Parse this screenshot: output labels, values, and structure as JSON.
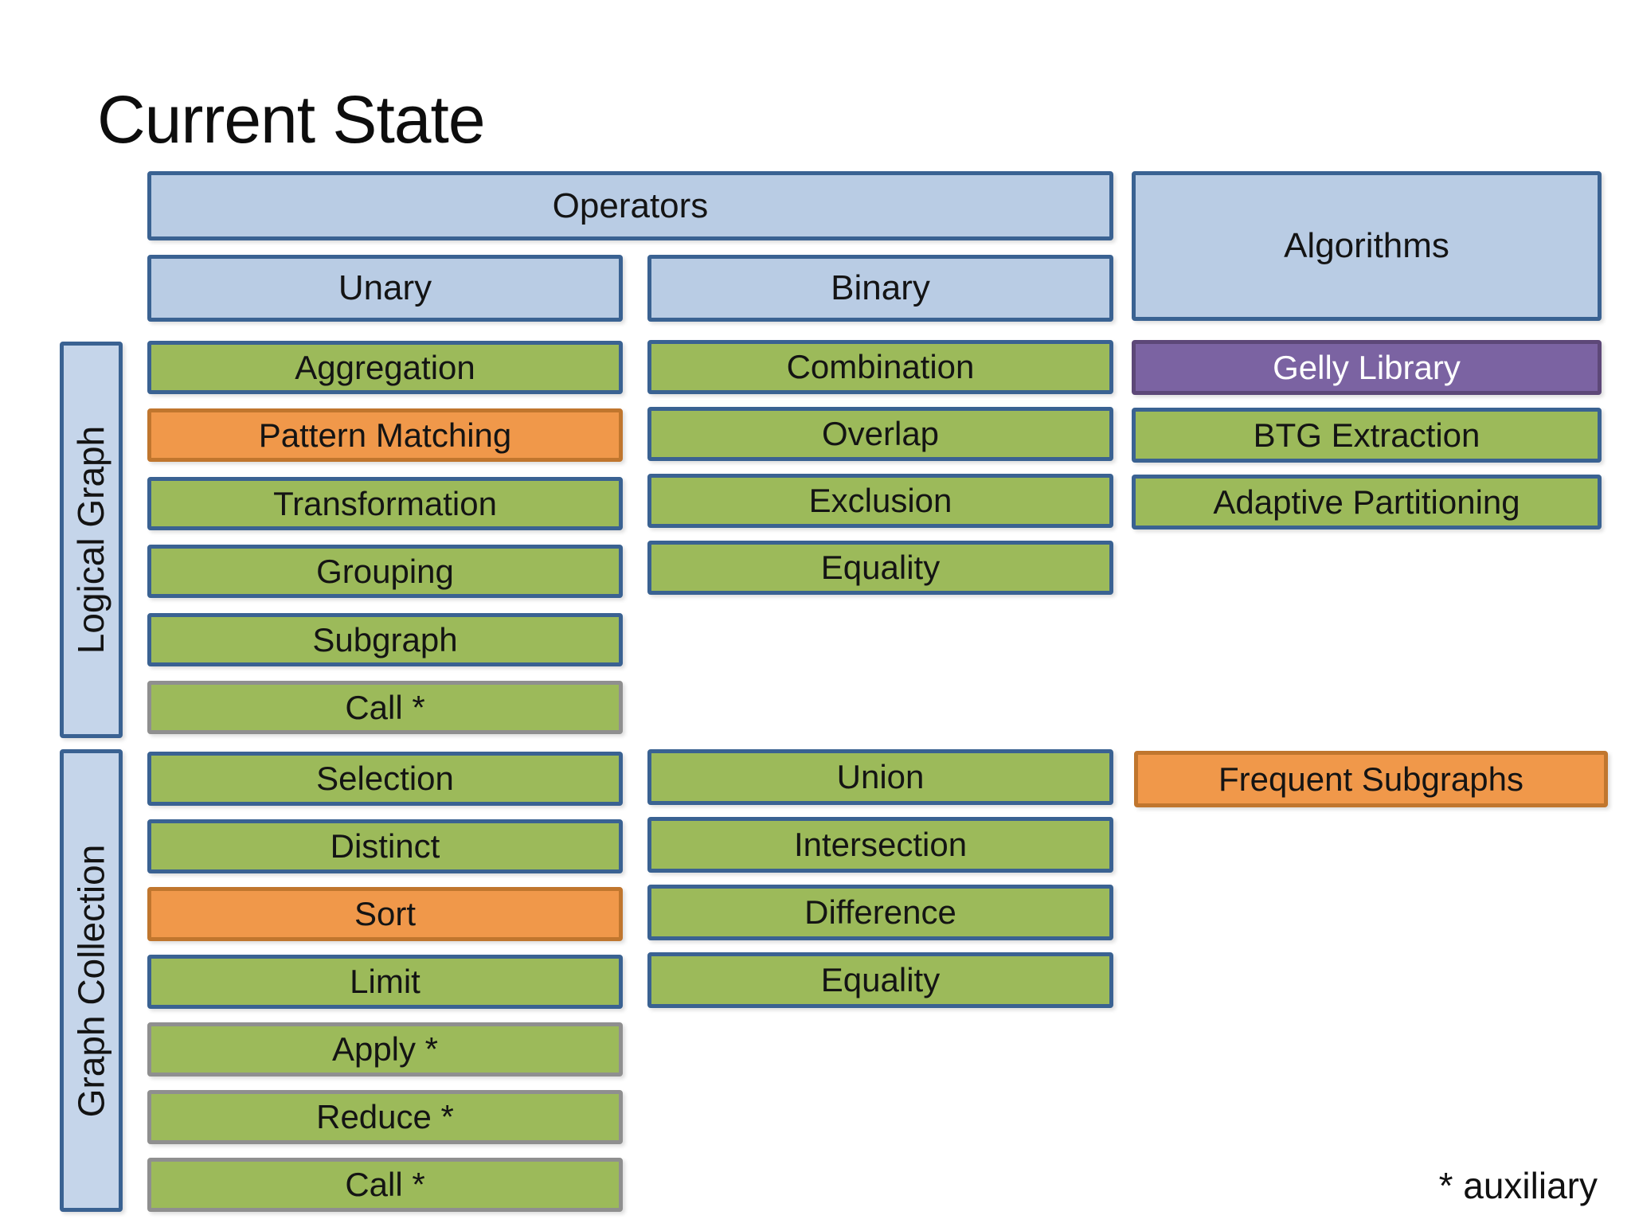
{
  "title": "Current State",
  "footnote": "* auxiliary",
  "headers": {
    "operators": "Operators",
    "unary": "Unary",
    "binary": "Binary",
    "algorithms": "Algorithms"
  },
  "groups": {
    "logical_graph": {
      "label": "Logical Graph",
      "unary_rows": [
        {
          "label": "Aggregation",
          "style": "green"
        },
        {
          "label": "Pattern Matching",
          "style": "orange"
        },
        {
          "label": "Transformation",
          "style": "green"
        },
        {
          "label": "Grouping",
          "style": "green"
        },
        {
          "label": "Subgraph",
          "style": "green"
        },
        {
          "label": "Call *",
          "style": "green-aux"
        }
      ],
      "binary_rows": [
        {
          "label": "Combination",
          "style": "green"
        },
        {
          "label": "Overlap",
          "style": "green"
        },
        {
          "label": "Exclusion",
          "style": "green"
        },
        {
          "label": "Equality",
          "style": "green"
        }
      ]
    },
    "graph_collection": {
      "label": "Graph Collection",
      "unary_rows": [
        {
          "label": "Selection",
          "style": "green"
        },
        {
          "label": "Distinct",
          "style": "green"
        },
        {
          "label": "Sort",
          "style": "orange"
        },
        {
          "label": "Limit",
          "style": "green"
        },
        {
          "label": "Apply *",
          "style": "green-aux"
        },
        {
          "label": "Reduce *",
          "style": "green-aux"
        },
        {
          "label": "Call *",
          "style": "green-aux"
        }
      ],
      "binary_rows": [
        {
          "label": "Union",
          "style": "green"
        },
        {
          "label": "Intersection",
          "style": "green"
        },
        {
          "label": "Difference",
          "style": "green"
        },
        {
          "label": "Equality",
          "style": "green"
        }
      ]
    },
    "algorithms": {
      "rows": [
        {
          "label": "Gelly Library",
          "style": "purple"
        },
        {
          "label": "BTG Extraction",
          "style": "green"
        },
        {
          "label": "Adaptive Partitioning",
          "style": "green"
        }
      ],
      "frequent": {
        "label": "Frequent Subgraphs",
        "style": "orange"
      }
    }
  },
  "colors": {
    "blue_fill": "#b9cce4",
    "blue_fill_light": "#c5d5ea",
    "blue_border": "#3a6292",
    "green_fill": "#9cba5a",
    "orange_fill": "#f0984a",
    "orange_border": "#c0762e",
    "purple_fill": "#7b63a2",
    "purple_border": "#5d4878",
    "aux_border": "#8f8f8f"
  }
}
